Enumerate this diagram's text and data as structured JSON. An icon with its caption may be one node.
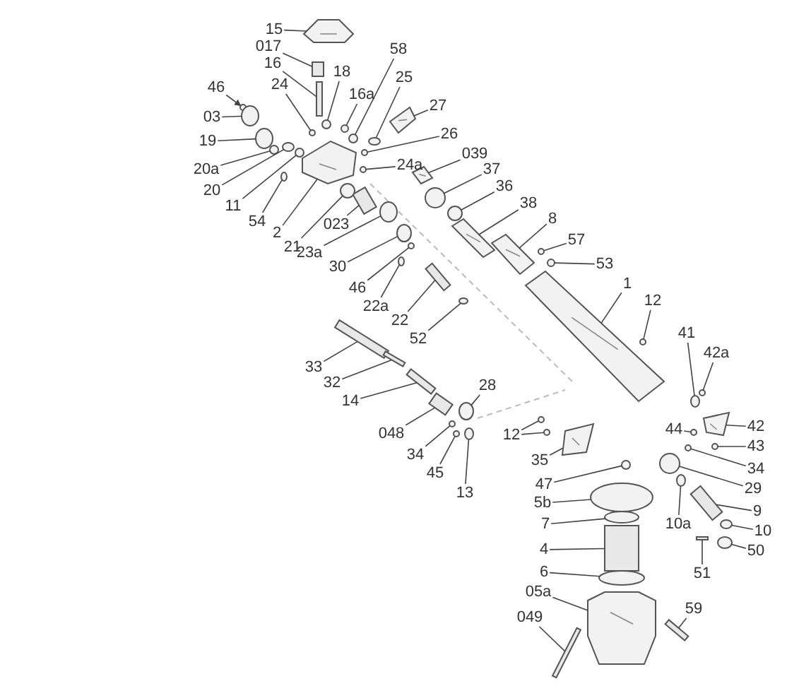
{
  "diagram": {
    "nodes": [
      {
        "text": [
          "15"
        ]
      },
      {
        "text": [
          "017"
        ]
      },
      {
        "text": [
          "16"
        ]
      },
      {
        "text": [
          "18"
        ]
      },
      {
        "text": [
          "24"
        ]
      },
      {
        "text": [
          "46"
        ]
      },
      {
        "text": [
          "58"
        ]
      },
      {
        "text": [
          "25"
        ]
      },
      {
        "text": [
          "16a"
        ]
      },
      {
        "text": [
          "27"
        ]
      },
      {
        "text": [
          "03"
        ]
      },
      {
        "text": [
          "26"
        ]
      },
      {
        "text": [
          "19"
        ]
      },
      {
        "text": [
          "24a"
        ]
      },
      {
        "text": [
          "20a"
        ]
      },
      {
        "text": [
          "20"
        ]
      },
      {
        "text": [
          "11"
        ]
      },
      {
        "text": [
          "54"
        ]
      },
      {
        "text": [
          "2"
        ]
      },
      {
        "text": [
          "039"
        ]
      },
      {
        "text": [
          "37"
        ]
      },
      {
        "text": [
          "36"
        ]
      },
      {
        "text": [
          "38"
        ]
      },
      {
        "text": [
          "023"
        ]
      },
      {
        "text": [
          "8"
        ]
      },
      {
        "text": [
          "57"
        ]
      },
      {
        "text": [
          "21"
        ]
      },
      {
        "text": [
          "23a"
        ]
      },
      {
        "text": [
          "53"
        ]
      },
      {
        "text": [
          "30"
        ]
      },
      {
        "text": [
          "1"
        ]
      },
      {
        "text": [
          "46"
        ]
      },
      {
        "text": [
          "12"
        ]
      },
      {
        "text": [
          "22a"
        ]
      },
      {
        "text": [
          "22"
        ]
      },
      {
        "text": [
          "41"
        ]
      },
      {
        "text": [
          "52"
        ]
      },
      {
        "text": [
          "42a"
        ]
      },
      {
        "text": [
          "33"
        ]
      },
      {
        "text": [
          "32"
        ]
      },
      {
        "text": [
          "28"
        ]
      },
      {
        "text": [
          "14"
        ]
      },
      {
        "text": [
          "42"
        ]
      },
      {
        "text": [
          "44"
        ]
      },
      {
        "text": [
          "048"
        ]
      },
      {
        "text": [
          "12"
        ]
      },
      {
        "text": [
          "43"
        ]
      },
      {
        "text": [
          "34"
        ]
      },
      {
        "text": [
          "35"
        ]
      },
      {
        "text": [
          "34"
        ]
      },
      {
        "text": [
          "45"
        ]
      },
      {
        "text": [
          "47"
        ]
      },
      {
        "text": [
          "29"
        ]
      },
      {
        "text": [
          "13"
        ]
      },
      {
        "text": [
          "5b"
        ]
      },
      {
        "text": [
          "9"
        ]
      },
      {
        "text": [
          "7"
        ]
      },
      {
        "text": [
          "10a"
        ]
      },
      {
        "text": [
          "10"
        ]
      },
      {
        "text": [
          "4"
        ]
      },
      {
        "text": [
          "50"
        ]
      },
      {
        "text": [
          "51"
        ]
      },
      {
        "text": [
          "6"
        ]
      },
      {
        "text": [
          "05a"
        ]
      },
      {
        "text": [
          "049"
        ]
      },
      {
        "text": [
          "59"
        ]
      },
      {
        "text": [],
        "shape": "picture"
      },
      {
        "text": [],
        "shape": "box"
      },
      {
        "text": [],
        "shape": "box"
      },
      {
        "text": [],
        "shape": "circle"
      },
      {
        "text": [],
        "shape": "circle"
      },
      {
        "text": [],
        "shape": "circle"
      },
      {
        "text": [],
        "shape": "circle"
      },
      {
        "text": [],
        "shape": "circle"
      },
      {
        "text": [],
        "shape": "circle"
      },
      {
        "text": [],
        "shape": "picture"
      },
      {
        "text": [],
        "shape": "circle"
      },
      {
        "text": [],
        "shape": "circle"
      },
      {
        "text": [],
        "shape": "circle"
      },
      {
        "text": [],
        "shape": "circle"
      },
      {
        "text": [],
        "shape": "circle"
      },
      {
        "text": [],
        "shape": "circle"
      },
      {
        "text": [],
        "shape": "circle"
      },
      {
        "text": [],
        "shape": "circle"
      },
      {
        "text": [],
        "shape": "picture"
      },
      {
        "text": [],
        "shape": "picture"
      },
      {
        "text": [],
        "shape": "circle"
      },
      {
        "text": [],
        "shape": "circle"
      },
      {
        "text": [],
        "shape": "picture"
      },
      {
        "text": [],
        "shape": "box"
      },
      {
        "text": [],
        "shape": "picture"
      },
      {
        "text": [],
        "shape": "circle"
      },
      {
        "text": [],
        "shape": "circle"
      },
      {
        "text": [],
        "shape": "circle"
      },
      {
        "text": [],
        "shape": "circle"
      },
      {
        "text": [],
        "shape": "circle"
      },
      {
        "text": [],
        "shape": "picture"
      },
      {
        "text": [],
        "shape": "circle"
      },
      {
        "text": [],
        "shape": "circle"
      },
      {
        "text": [],
        "shape": "circle"
      },
      {
        "text": [],
        "shape": "box"
      },
      {
        "text": [],
        "shape": "circle"
      },
      {
        "text": [],
        "shape": "circle"
      },
      {
        "text": [],
        "shape": "circle"
      },
      {
        "text": [],
        "shape": "box"
      },
      {
        "text": [],
        "shape": "box"
      },
      {
        "text": [],
        "shape": "circle"
      },
      {
        "text": [],
        "shape": "box"
      },
      {
        "text": [],
        "shape": "picture"
      },
      {
        "text": [],
        "shape": "circle"
      },
      {
        "text": [],
        "shape": "box"
      },
      {
        "text": [],
        "shape": "circle"
      },
      {
        "text": [],
        "shape": "circle"
      },
      {
        "text": [],
        "shape": "circle"
      },
      {
        "text": [],
        "shape": "circle"
      },
      {
        "text": [],
        "shape": "picture"
      },
      {
        "text": [],
        "shape": "circle"
      },
      {
        "text": [],
        "shape": "circle"
      },
      {
        "text": [],
        "shape": "circle"
      },
      {
        "text": [],
        "shape": "circle"
      },
      {
        "text": [],
        "shape": "circle"
      },
      {
        "text": [],
        "shape": "circle"
      },
      {
        "text": [],
        "shape": "box"
      },
      {
        "text": [],
        "shape": "circle"
      },
      {
        "text": [],
        "shape": "circle"
      },
      {
        "text": [],
        "shape": "circle"
      },
      {
        "text": [],
        "shape": "box"
      },
      {
        "text": [],
        "shape": "circle"
      },
      {
        "text": [],
        "shape": "box"
      },
      {
        "text": [],
        "shape": "circle"
      },
      {
        "text": [],
        "shape": "picture"
      },
      {
        "text": [],
        "shape": "box"
      },
      {
        "text": [],
        "shape": "box"
      }
    ],
    "edges": [
      {
        "from": 0,
        "to": 66,
        "arrow": "none"
      },
      {
        "from": 1,
        "to": 67,
        "arrow": "none"
      },
      {
        "from": 2,
        "to": 68,
        "arrow": "none"
      },
      {
        "from": 3,
        "to": 69,
        "arrow": "none"
      },
      {
        "from": 4,
        "to": 70,
        "arrow": "none"
      },
      {
        "from": 5,
        "to": 71,
        "arrow": "to"
      },
      {
        "from": 6,
        "to": 72,
        "arrow": "none"
      },
      {
        "from": 7,
        "to": 73,
        "arrow": "none"
      },
      {
        "from": 8,
        "to": 74,
        "arrow": "none"
      },
      {
        "from": 9,
        "to": 75,
        "arrow": "none"
      },
      {
        "from": 10,
        "to": 76,
        "arrow": "none"
      },
      {
        "from": 11,
        "to": 77,
        "arrow": "none"
      },
      {
        "from": 12,
        "to": 78,
        "arrow": "none"
      },
      {
        "from": 13,
        "to": 79,
        "arrow": "none"
      },
      {
        "from": 14,
        "to": 80,
        "arrow": "none"
      },
      {
        "from": 15,
        "to": 81,
        "arrow": "none"
      },
      {
        "from": 16,
        "to": 82,
        "arrow": "none"
      },
      {
        "from": 17,
        "to": 83,
        "arrow": "none"
      },
      {
        "from": 18,
        "to": 84,
        "arrow": "none"
      },
      {
        "from": 19,
        "to": 85,
        "arrow": "none"
      },
      {
        "from": 20,
        "to": 86,
        "arrow": "none"
      },
      {
        "from": 21,
        "to": 87,
        "arrow": "none"
      },
      {
        "from": 22,
        "to": 88,
        "arrow": "none"
      },
      {
        "from": 23,
        "to": 89,
        "arrow": "none"
      },
      {
        "from": 24,
        "to": 90,
        "arrow": "none"
      },
      {
        "from": 25,
        "to": 91,
        "arrow": "none"
      },
      {
        "from": 26,
        "to": 92,
        "arrow": "none"
      },
      {
        "from": 27,
        "to": 93,
        "arrow": "none"
      },
      {
        "from": 28,
        "to": 94,
        "arrow": "none"
      },
      {
        "from": 29,
        "to": 95,
        "arrow": "none"
      },
      {
        "from": 30,
        "to": 96,
        "arrow": "none"
      },
      {
        "from": 31,
        "to": 97,
        "arrow": "none"
      },
      {
        "from": 32,
        "to": 98,
        "arrow": "none"
      },
      {
        "from": 33,
        "to": 99,
        "arrow": "none"
      },
      {
        "from": 34,
        "to": 100,
        "arrow": "none"
      },
      {
        "from": 35,
        "to": 101,
        "arrow": "none"
      },
      {
        "from": 36,
        "to": 102,
        "arrow": "none"
      },
      {
        "from": 37,
        "to": 103,
        "arrow": "none"
      },
      {
        "from": 38,
        "to": 104,
        "arrow": "none"
      },
      {
        "from": 39,
        "to": 105,
        "arrow": "none"
      },
      {
        "from": 40,
        "to": 106,
        "arrow": "none"
      },
      {
        "from": 41,
        "to": 107,
        "arrow": "none"
      },
      {
        "from": 42,
        "to": 108,
        "arrow": "none"
      },
      {
        "from": 43,
        "to": 109,
        "arrow": "none"
      },
      {
        "from": 44,
        "to": 110,
        "arrow": "none"
      },
      {
        "from": 45,
        "to": 111,
        "arrow": "none"
      },
      {
        "from": 45,
        "to": 112,
        "arrow": "none"
      },
      {
        "from": 46,
        "to": 113,
        "arrow": "none"
      },
      {
        "from": 47,
        "to": 114,
        "arrow": "none"
      },
      {
        "from": 48,
        "to": 115,
        "arrow": "none"
      },
      {
        "from": 49,
        "to": 116,
        "arrow": "none"
      },
      {
        "from": 50,
        "to": 117,
        "arrow": "none"
      },
      {
        "from": 51,
        "to": 118,
        "arrow": "none"
      },
      {
        "from": 52,
        "to": 119,
        "arrow": "none"
      },
      {
        "from": 53,
        "to": 120,
        "arrow": "none"
      },
      {
        "from": 54,
        "to": 121,
        "arrow": "none"
      },
      {
        "from": 55,
        "to": 122,
        "arrow": "none"
      },
      {
        "from": 56,
        "to": 123,
        "arrow": "none"
      },
      {
        "from": 57,
        "to": 124,
        "arrow": "none"
      },
      {
        "from": 58,
        "to": 125,
        "arrow": "none"
      },
      {
        "from": 59,
        "to": 126,
        "arrow": "none"
      },
      {
        "from": 60,
        "to": 127,
        "arrow": "none"
      },
      {
        "from": 61,
        "to": 128,
        "arrow": "none"
      },
      {
        "from": 62,
        "to": 129,
        "arrow": "none"
      },
      {
        "from": 63,
        "to": 130,
        "arrow": "none"
      },
      {
        "from": 64,
        "to": 131,
        "arrow": "none"
      },
      {
        "from": 65,
        "to": 132,
        "arrow": "none"
      }
    ]
  }
}
